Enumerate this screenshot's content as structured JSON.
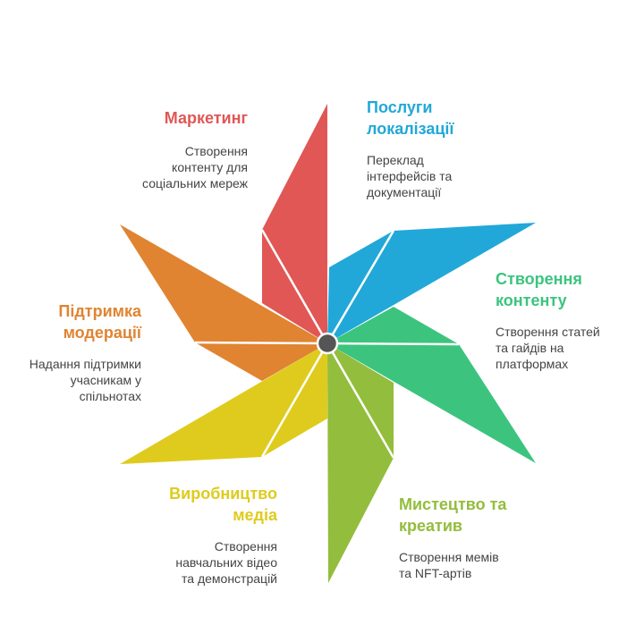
{
  "segments": [
    {
      "key": "marketing",
      "title_lines": [
        "Маркетинг"
      ],
      "desc_lines": [
        "Створення",
        "контенту для",
        "соціальних мереж"
      ],
      "color": "#e05756"
    },
    {
      "key": "localization",
      "title_lines": [
        "Послуги",
        "локалізації"
      ],
      "desc_lines": [
        "Переклад",
        "інтерфейсів та",
        "документації"
      ],
      "color": "#21a8d8"
    },
    {
      "key": "content",
      "title_lines": [
        "Створення",
        "контенту"
      ],
      "desc_lines": [
        "Створення статей",
        "та гайдів на",
        "платформах"
      ],
      "color": "#3cc47f"
    },
    {
      "key": "art",
      "title_lines": [
        "Мистецтво та",
        "креатив"
      ],
      "desc_lines": [
        "Створення мемів",
        "та NFT-артів"
      ],
      "color": "#93bd3c"
    },
    {
      "key": "media",
      "title_lines": [
        "Виробництво",
        "медіа"
      ],
      "desc_lines": [
        "Створення",
        "навчальних відео",
        "та демонстрацій"
      ],
      "color": "#dfcb1d"
    },
    {
      "key": "moderation",
      "title_lines": [
        "Підтримка",
        "модерації"
      ],
      "desc_lines": [
        "Надання підтримки",
        "учасникам у",
        "спільнотах"
      ],
      "color": "#e08431"
    }
  ],
  "hub_color": "#555555"
}
